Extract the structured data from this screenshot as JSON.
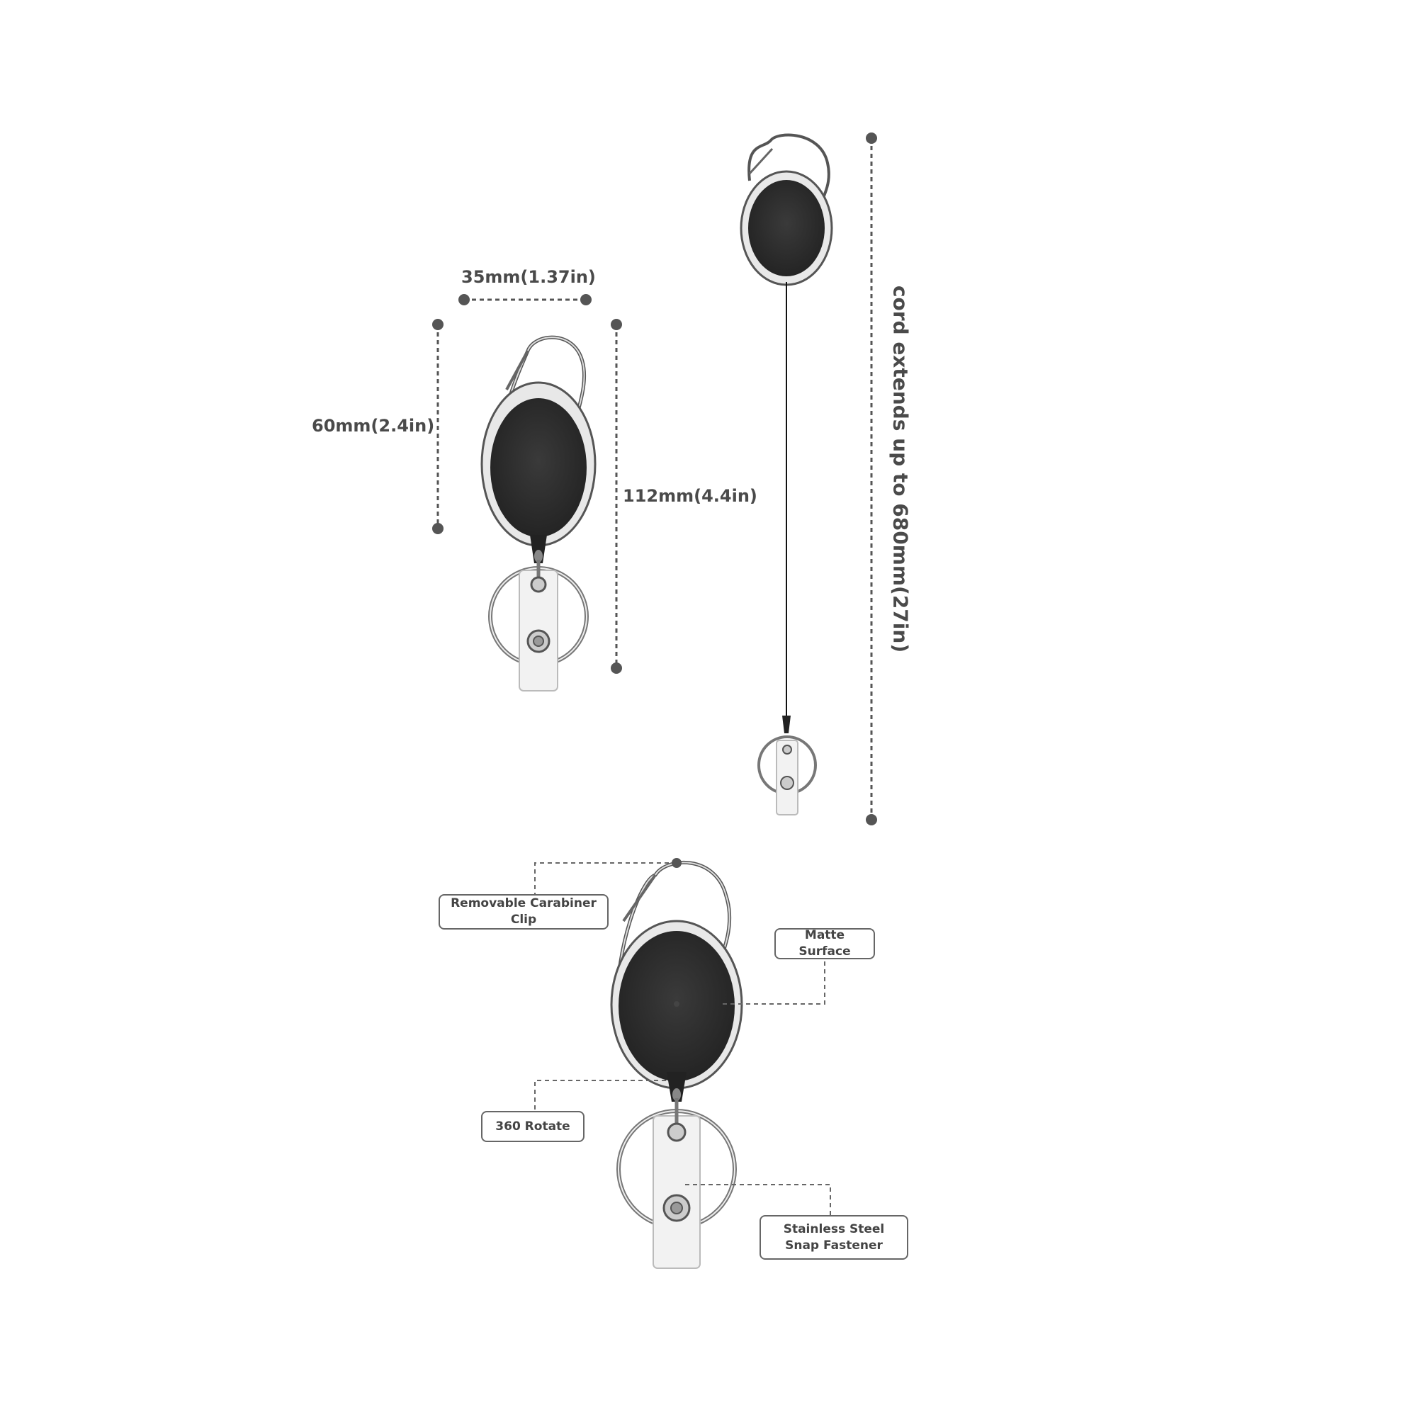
{
  "dimensions": {
    "width": "35mm(1.37in)",
    "body_height": "60mm(2.4in)",
    "total_length": "112mm(4.4in)",
    "cord": "cord extends up to 680mm(27in)"
  },
  "callouts": {
    "clip": "Removable Carabiner Clip",
    "surface": "Matte Surface",
    "rotate": "360 Rotate",
    "snap": "Stainless Steel Snap Fastener"
  },
  "colors": {
    "body": "#2a2a2a",
    "dim_line": "#555555",
    "strap": "#f2f2f2"
  }
}
